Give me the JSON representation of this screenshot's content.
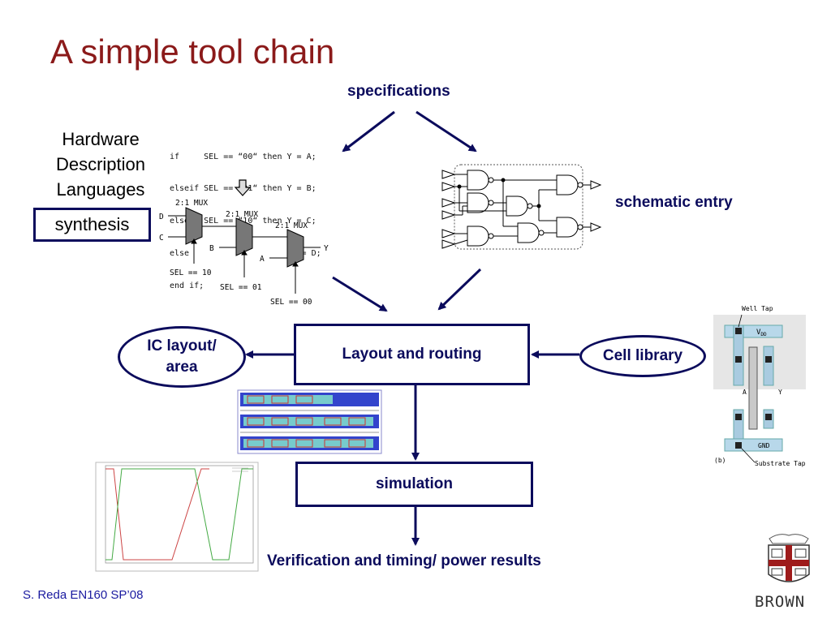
{
  "title": "A simple tool chain",
  "specifications": "specifications",
  "hdl": {
    "line1": "Hardware",
    "line2": "Description",
    "line3": "Languages"
  },
  "synthesis": "synthesis",
  "code": {
    "line1": "if     SEL == “00“ then Y = A;",
    "line2": "elseif SEL == “01“ then Y = B;",
    "line3": "elseif SEL == “10“ then Y = C;",
    "line4": "else                     Y = D;",
    "line5": "end if;"
  },
  "mux": {
    "label1": "2:1 MUX",
    "label2": "2:1 MUX",
    "label3": "2:1 MUX",
    "in_d": "D",
    "in_c": "C",
    "in_b": "B",
    "in_a": "A",
    "out_y": "Y",
    "sel1": "SEL == 10",
    "sel2": "SEL == 01",
    "sel3": "SEL == 00"
  },
  "schematic_entry": "schematic entry",
  "layout_routing": "Layout and routing",
  "ic_layout": {
    "line1": "IC layout/",
    "line2": "area"
  },
  "cell_library": "Cell library",
  "cell": {
    "well_tap": "Well Tap",
    "vdd": "V",
    "vdd_sub": "DD",
    "a": "A",
    "y": "Y",
    "gnd": "GND",
    "b": "(b)",
    "substrate_tap": "Substrate Tap"
  },
  "simulation": "simulation",
  "verification": "Verification and timing/ power results",
  "footer": "S. Reda EN160 SP’08",
  "logo_text": "BROWN",
  "colors": {
    "title": "#8b1a1a",
    "navy": "#0b0b5c",
    "footer": "#1a1aa0"
  }
}
